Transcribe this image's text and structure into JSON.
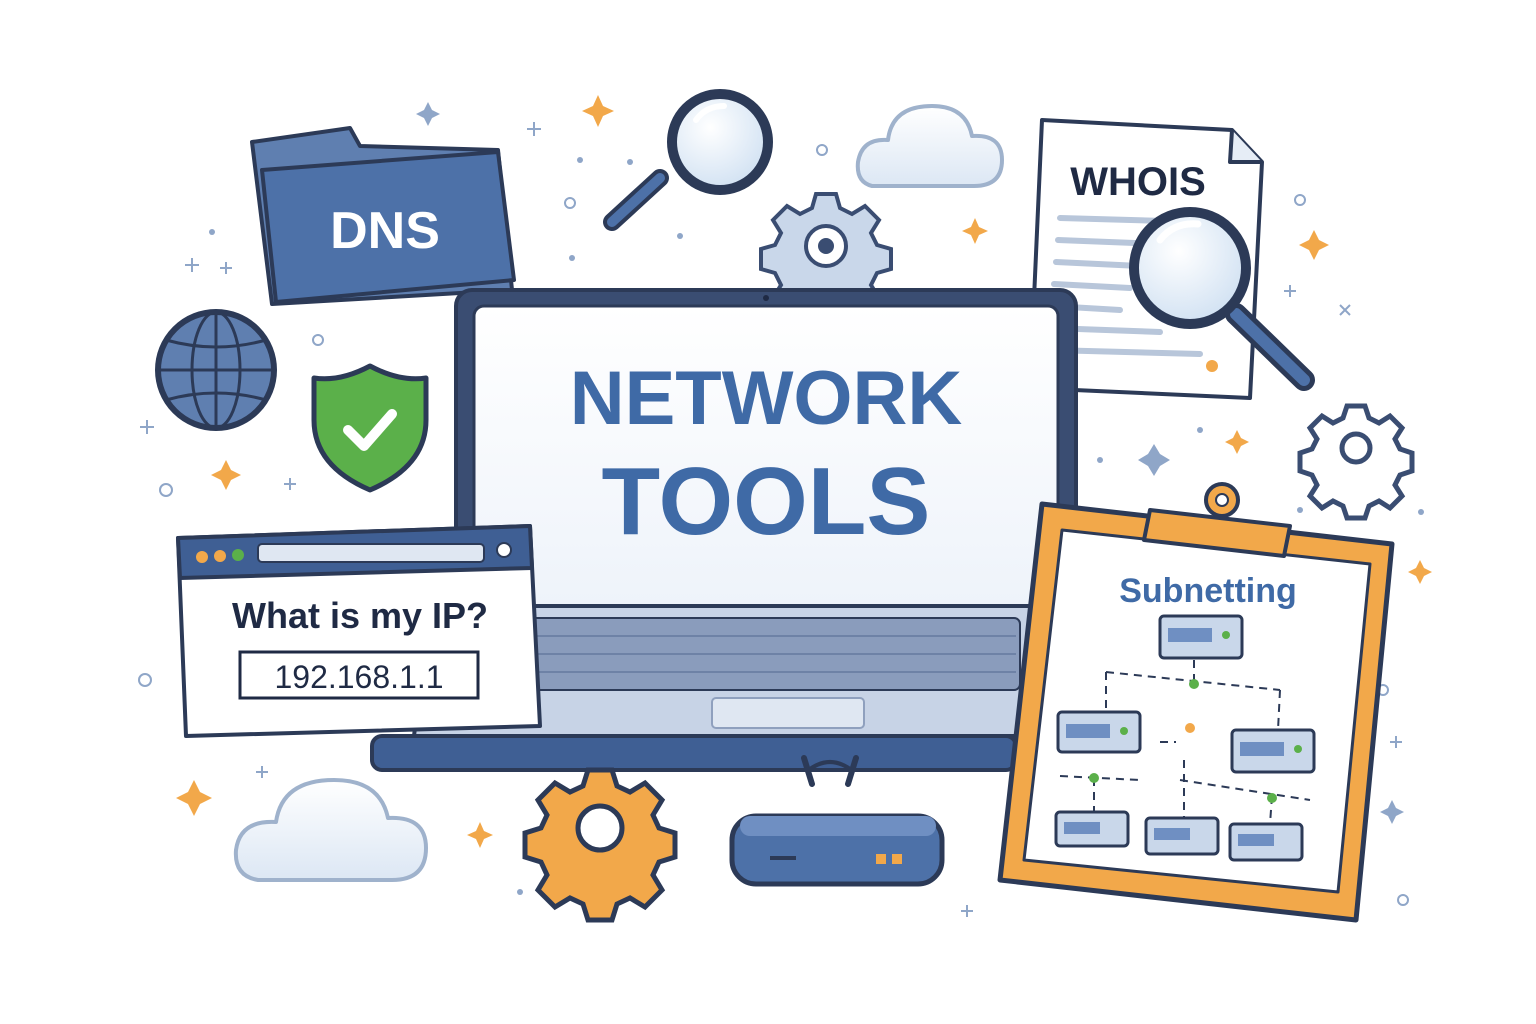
{
  "title": {
    "line1": "NETWORK",
    "line2": "TOOLS"
  },
  "dns": {
    "label": "DNS"
  },
  "whois": {
    "label": "WHOIS"
  },
  "ip_window": {
    "question": "What is my IP?",
    "address": "192.168.1.1"
  },
  "subnetting": {
    "label": "Subnetting"
  },
  "icons": [
    "folder-icon",
    "globe-icon",
    "shield-check-icon",
    "magnifier-icon",
    "cloud-icon",
    "gear-icon",
    "document-icon",
    "laptop-icon",
    "browser-window-icon",
    "router-icon",
    "clipboard-icon",
    "sparkle-icon"
  ],
  "colors": {
    "navy": "#3a4d72",
    "blue": "#3f6aa6",
    "light_blue": "#d9e6f5",
    "orange": "#f2a84a",
    "green": "#5bb04a",
    "text_dark": "#1f2a44"
  }
}
